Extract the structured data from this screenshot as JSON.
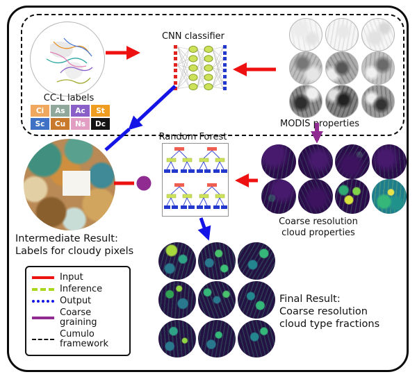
{
  "labels": {
    "cnn": "CNN classifier",
    "modis": "MODIS properties",
    "ccl_title": "CC-L labels",
    "random_forest": "Random Forest",
    "coarse_line1": "Coarse resolution",
    "coarse_line2": "cloud properties",
    "intermediate_line1": "Intermediate Result:",
    "intermediate_line2": "Labels for cloudy pixels",
    "final_line1": "Final Result:",
    "final_line2": "Coarse resolution",
    "final_line3": "cloud type fractions"
  },
  "ccl_classes": [
    {
      "label": "Ci",
      "color": "#f0a85f"
    },
    {
      "label": "As",
      "color": "#90a89c"
    },
    {
      "label": "Ac",
      "color": "#8a5fc8"
    },
    {
      "label": "St",
      "color": "#ef9d20"
    },
    {
      "label": "Sc",
      "color": "#3f72c4"
    },
    {
      "label": "Cu",
      "color": "#c9792b"
    },
    {
      "label": "Ns",
      "color": "#e29dc3"
    },
    {
      "label": "Dc",
      "color": "#141414"
    }
  ],
  "legend": {
    "items": [
      {
        "label": "Input",
        "color": "#ee1111",
        "style": "solid"
      },
      {
        "label": "Inference",
        "color": "#a6d71c",
        "style": "dashed"
      },
      {
        "label": "Output",
        "color": "#1414e6",
        "style": "dotted"
      },
      {
        "label": "Coarse graining",
        "color": "#8f2b91",
        "style": "solid"
      },
      {
        "label": "Cumulo framework",
        "color": "#111111",
        "style": "dashed"
      }
    ]
  },
  "colors": {
    "input": "#ee1111",
    "inference": "#a6d71c",
    "output": "#1414e6",
    "coarse_graining": "#8f2b91",
    "framework": "#111111"
  }
}
